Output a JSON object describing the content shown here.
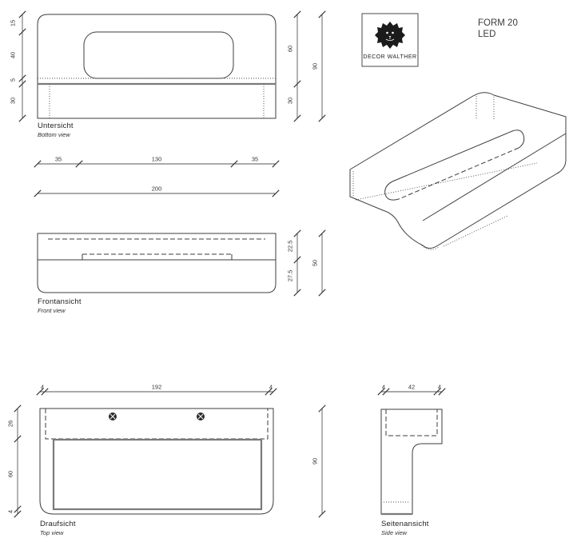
{
  "header": {
    "brand": "DECOR WALTHER",
    "logo_icon": "lion-icon",
    "product_name": "FORM 20",
    "product_sub": "LED"
  },
  "views": {
    "bottom": {
      "label": "Untersicht",
      "sublabel": "Bottom view",
      "dims": {
        "left_chain": [
          "15",
          "40",
          "5",
          "30"
        ],
        "right_chain": [
          "60",
          "30"
        ],
        "right_overall": "90",
        "width_chain": [
          "35",
          "130",
          "35"
        ],
        "width_overall": "200"
      }
    },
    "front": {
      "label": "Frontansicht",
      "sublabel": "Front view",
      "dims": {
        "right_chain": [
          "22.5",
          "27.5"
        ],
        "right_overall": "50"
      }
    },
    "top": {
      "label": "Draufsicht",
      "sublabel": "Top view",
      "dims": {
        "top_chain": [
          "4",
          "192",
          "4"
        ],
        "left_chain": [
          "26",
          "60",
          "4"
        ],
        "right_overall": "90"
      }
    },
    "side": {
      "label": "Seitenansicht",
      "sublabel": "Side view",
      "dims": {
        "top_chain": [
          "4",
          "42",
          "4"
        ]
      }
    }
  },
  "colors": {
    "line": "#3d3d3d",
    "thick_line": "#7a7a7a",
    "text": "#3a3a3a"
  }
}
